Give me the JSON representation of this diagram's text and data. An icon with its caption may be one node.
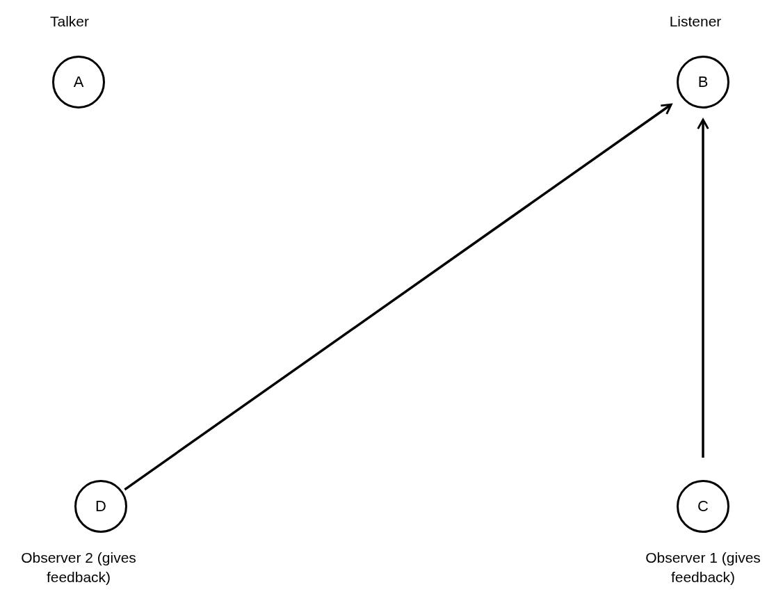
{
  "diagram": {
    "nodes": [
      {
        "text": [
          "A"
        ],
        "beside": [
          "Talker"
        ]
      },
      {
        "text": [
          "B"
        ],
        "beside": [
          "Listener"
        ]
      },
      {
        "text": [
          "D"
        ],
        "beside": [
          "Observer 2 (gives feedback)"
        ]
      },
      {
        "text": [
          "C"
        ],
        "beside": [
          "Observer 1 (gives feedback)"
        ]
      }
    ],
    "edges": [
      {
        "from": 2,
        "to": 1,
        "arrow": "to"
      },
      {
        "from": 3,
        "to": 1,
        "arrow": "to"
      }
    ]
  }
}
